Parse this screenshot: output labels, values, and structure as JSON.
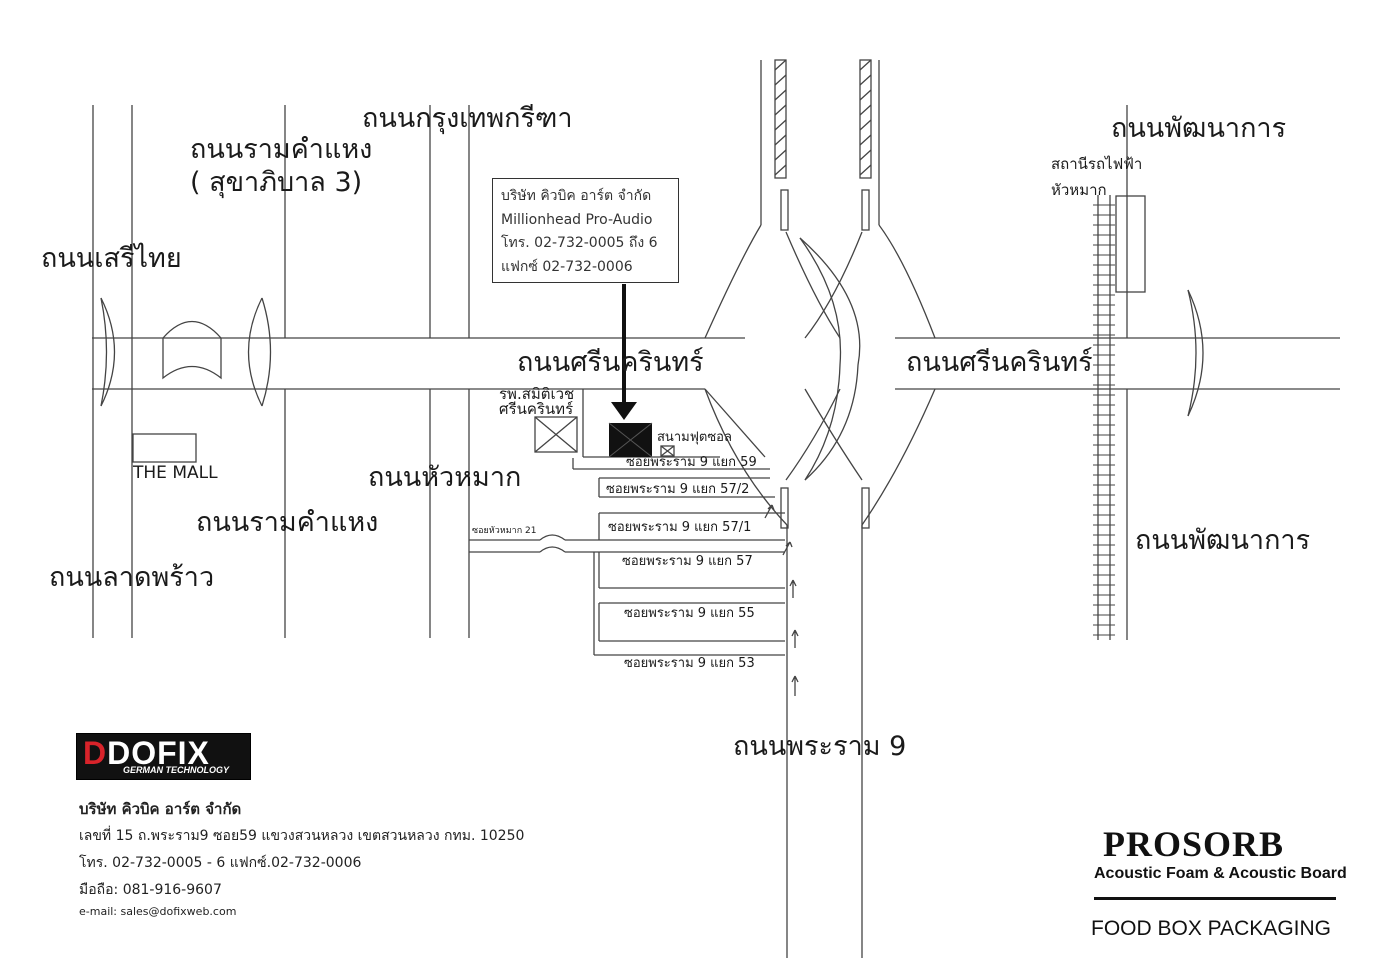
{
  "roads": {
    "krungthep_kreetha": "ถนนกรุงเทพกรีฑา",
    "ramkhamhaeng_top": "ถนนรามคำแหง",
    "sukhaphiban3": "( สุขาภิบาล 3)",
    "seri_thai": "ถนนเสรีไทย",
    "srinakarin_left": "ถนนศรีนครินทร์",
    "srinakarin_right": "ถนนศรีนครินทร์",
    "hua_mak": "ถนนหัวหมาก",
    "ramkhamhaeng_bottom": "ถนนรามคำแหง",
    "lat_phrao": "ถนนลาดพร้าว",
    "phatthanakan_top": "ถนนพัฒนาการ",
    "phatthanakan_bottom": "ถนนพัฒนาการ",
    "rama9": "ถนนพระราม 9"
  },
  "places": {
    "station_line1": "สถานีรถไฟฟ้า",
    "station_line2": "หัวหมาก",
    "hospital_line1": "รพ.สมิติเวช",
    "hospital_line2": "ศรีนครินทร์",
    "the_mall": "THE MALL",
    "football_field": "สนามฟุตซอล",
    "soi_huamak21": "ซอยหัวหมาก 21"
  },
  "sois": {
    "soi59": "ซอยพระราม 9 แยก 59",
    "soi57_2": "ซอยพระราม 9 แยก 57/2",
    "soi57_1": "ซอยพระราม 9 แยก 57/1",
    "soi57": "ซอยพระราม 9 แยก 57",
    "soi55": "ซอยพระราม 9 แยก 55",
    "soi53": "ซอยพระราม 9 แยก 53"
  },
  "office_box": {
    "line1": "บริษัท คิวบิค อาร์ต จำกัด",
    "line2": "Millionhead Pro-Audio",
    "line3": "โทร. 02-732-0005 ถึง 6",
    "line4": "แฟกซ์ 02-732-0006"
  },
  "logo": {
    "main_prefix": "D",
    "main_rest": "DOFIX",
    "sub": "GERMAN TECHNOLOGY"
  },
  "company": {
    "name": "บริษัท คิวบิค อาร์ต จำกัด",
    "address": "เลขที่ 15  ถ.พระราม9 ซอย59  แขวงสวนหลวง  เขตสวนหลวง  กทม.  10250",
    "phone": "โทร. 02-732-0005 - 6   แฟกซ์.02-732-0006",
    "mobile": "มือถือ: 081-916-9607",
    "email": "e-mail: sales@dofixweb.com"
  },
  "brand": {
    "name": "PROSORB",
    "tagline": "Acoustic Foam & Acoustic Board",
    "product": "FOOD BOX PACKAGING"
  },
  "colors": {
    "line": "#333333",
    "logo_red": "#d8232a",
    "marker": "#111111"
  }
}
